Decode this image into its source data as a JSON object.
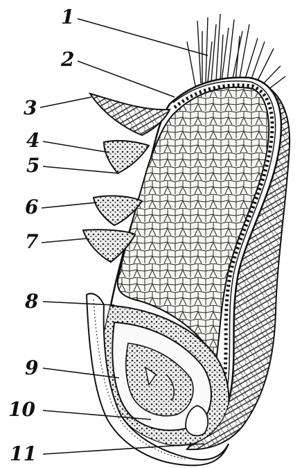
{
  "figure": {
    "labels": [
      "1",
      "2",
      "3",
      "4",
      "5",
      "6",
      "7",
      "8",
      "9",
      "10",
      "11"
    ]
  },
  "colors": {
    "ink": "#111111",
    "paper": "#ffffff",
    "cell_fill": "#f7f7f3"
  }
}
